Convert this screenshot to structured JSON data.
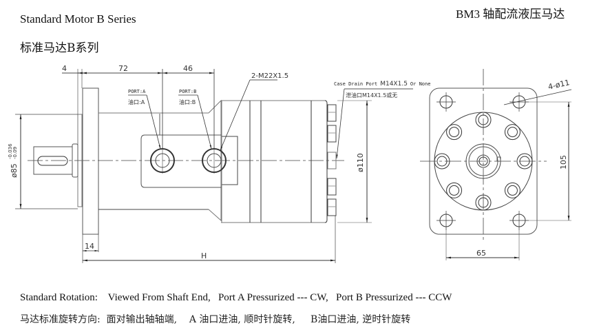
{
  "header": {
    "title_en": "Standard Motor B Series",
    "title_cn": "标准马达B系列",
    "model_title": "BM3 轴配流液压马达"
  },
  "side_view": {
    "dim_flange_offset": "4",
    "dim_port_a_distance": "72",
    "dim_port_spacing": "46",
    "dim_flange_thickness": "14",
    "dim_overall_length": "H",
    "dim_pilot_diameter": "ø85",
    "dim_pilot_tol_upper": "-0.036",
    "dim_pilot_tol_lower": "-0.09",
    "dim_body_diameter": "ø110",
    "port_a_label_en": "PORT:A",
    "port_a_label_cn": "油口:A",
    "port_b_label_en": "PORT:B",
    "port_b_label_cn": "油口:B",
    "port_thread": "2-M22X1.5",
    "case_drain_en_prefix": "Case Drain Port",
    "case_drain_thread": "M14X1.5",
    "case_drain_en_suffix": "Or None",
    "case_drain_cn": "泄油口M14X1.5或无"
  },
  "end_view": {
    "dim_bolt_holes": "4-ø11",
    "dim_vertical_spacing": "105",
    "dim_horizontal_spacing": "65"
  },
  "footer": {
    "rotation_en": "Standard Rotation:    Viewed From Shaft End,   Port A Pressurized --- CW,   Port B Pressurized --- CCW",
    "rotation_cn": "马达标准旋转方向:  面对输出轴轴端,    A 油口进油, 顺时针旋转,     B油口进油, 逆时针旋转"
  }
}
